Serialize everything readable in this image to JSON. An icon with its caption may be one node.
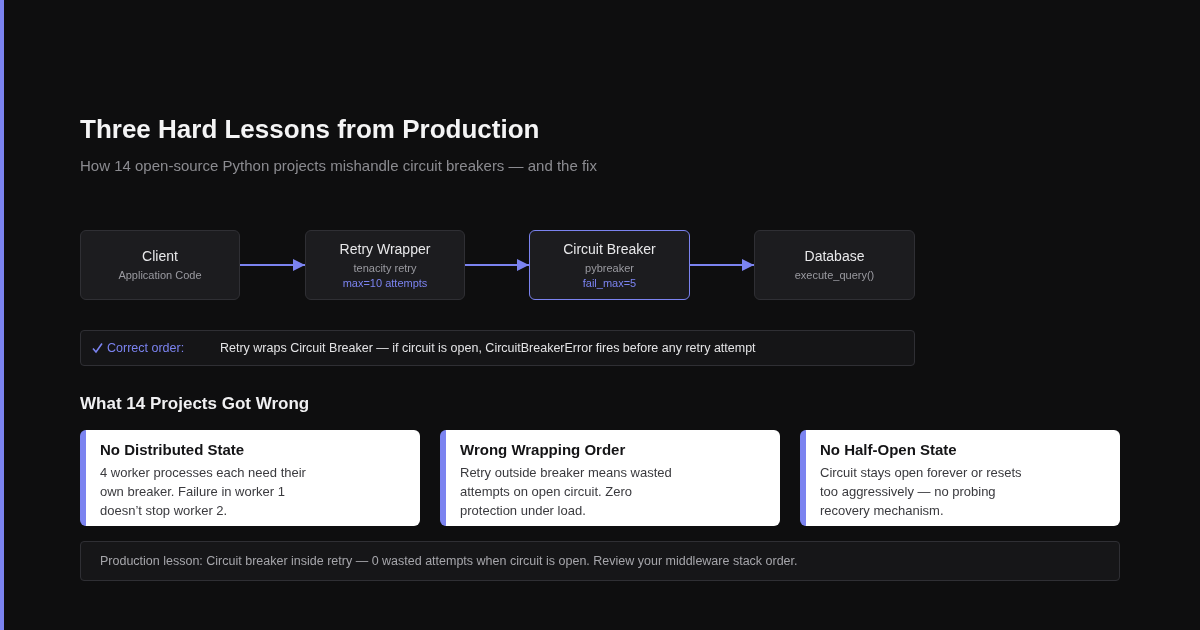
{
  "diagram": {
    "title": "Three Hard Lessons from Production",
    "nodes": [
      {
        "text": [
          "Client",
          "Application Code"
        ]
      },
      {
        "text": [
          "Retry Wrapper",
          "tenacity retry",
          "max=10 attempts"
        ]
      },
      {
        "text": [
          "Circuit Breaker",
          "pybreaker",
          "fail_max=5"
        ]
      },
      {
        "text": [
          "Database",
          "execute_query()"
        ]
      },
      {
        "text": [
          "Correct order:",
          "Retry wraps Circuit Breaker — if circuit is open, CircuitBreakerError fires before any retry attempt"
        ]
      },
      {
        "text": [
          "No Distributed State",
          "4 worker processes each need their own breaker. Failure in worker 1 doesn’t stop worker 2."
        ]
      },
      {
        "text": [
          "Wrong Wrapping Order",
          "Retry outside breaker means wasted attempts on open circuit. Zero protection under load."
        ]
      },
      {
        "text": [
          "No Half-Open State",
          "Circuit stays open forever or resets too aggressively — no probing recovery mechanism."
        ]
      },
      {
        "text": [
          "Production lesson: Circuit breaker inside retry — 0 wasted attempts when circuit is open. Review your middleware stack order."
        ]
      }
    ],
    "edges": [
      {
        "from": 0,
        "to": 1,
        "arrow": "to"
      },
      {
        "from": 1,
        "to": 2,
        "arrow": "to"
      },
      {
        "from": 2,
        "to": 3,
        "arrow": "to"
      }
    ],
    "labels": [
      "How 14 open-source Python projects mishandle circuit breakers — and the fix",
      "What 14 Projects Got Wrong"
    ]
  }
}
